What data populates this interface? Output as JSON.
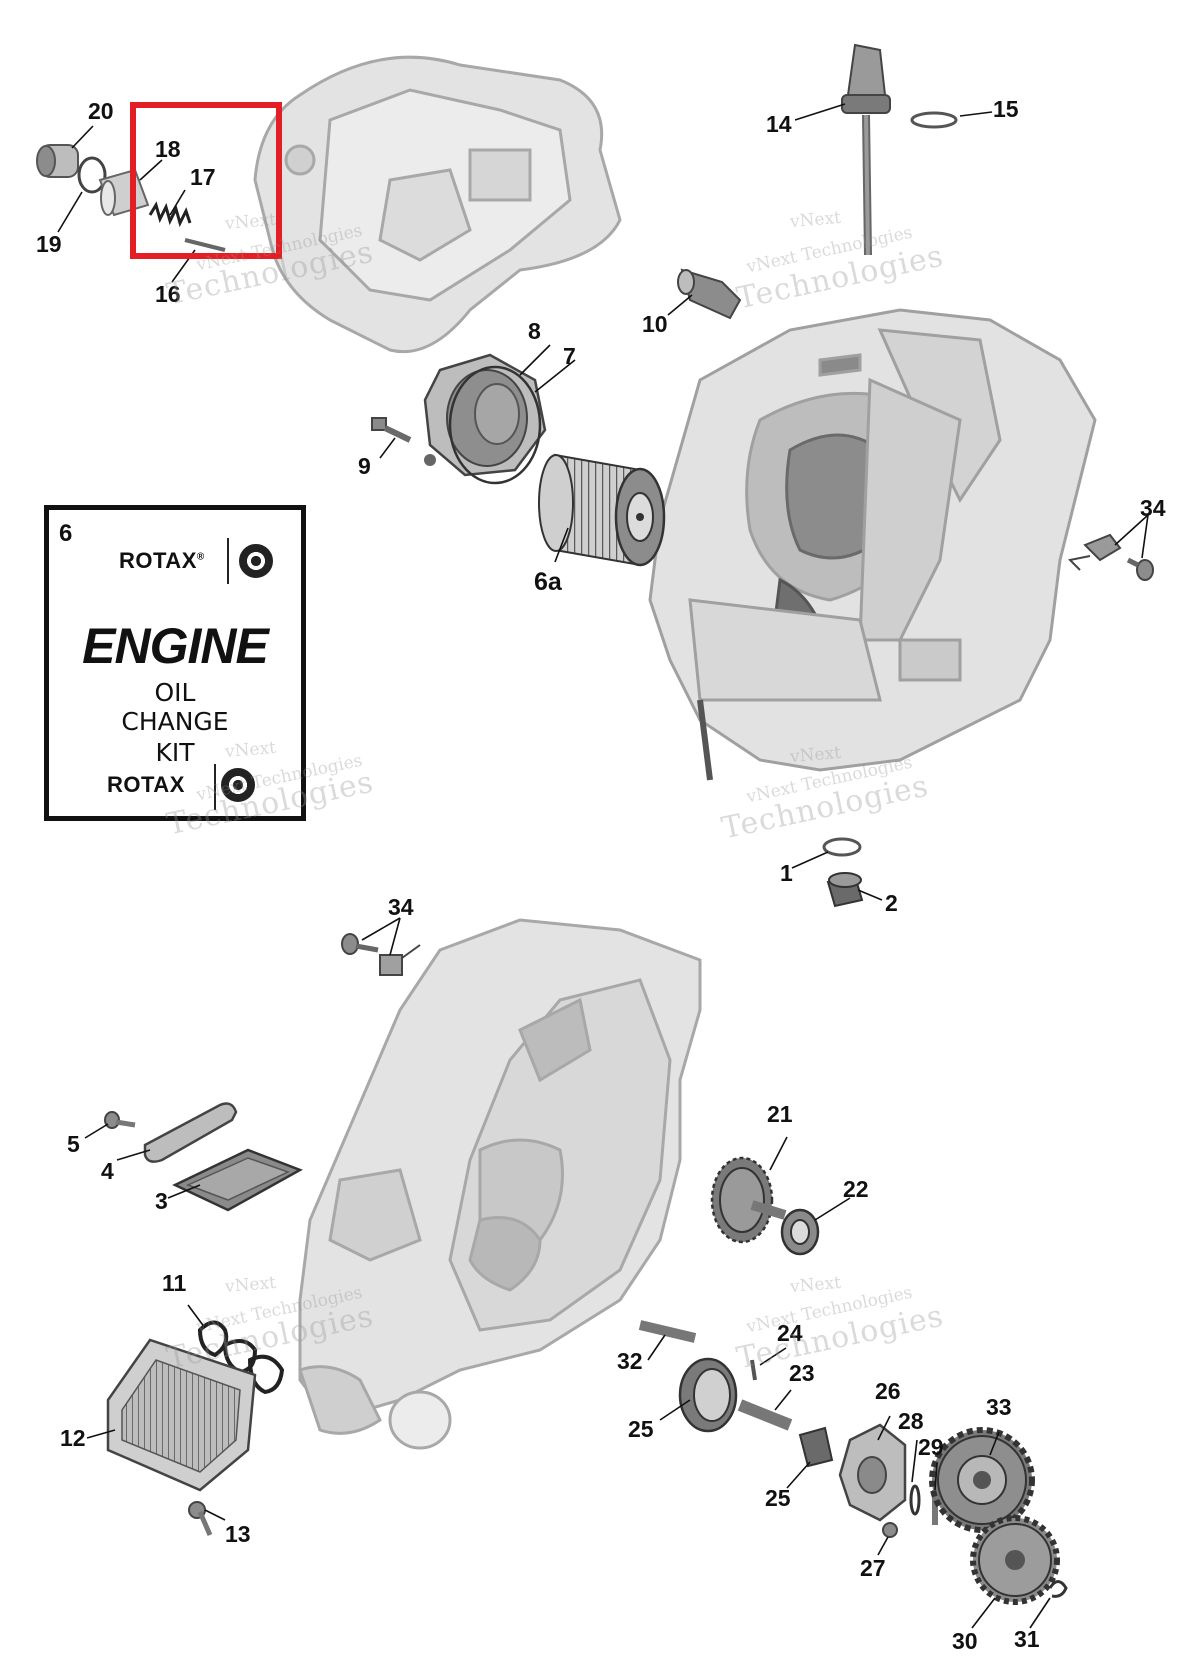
{
  "labels": {
    "p1": "1",
    "p2": "2",
    "p3": "3",
    "p4": "4",
    "p5": "5",
    "p6a": "6a",
    "p7": "7",
    "p8": "8",
    "p9": "9",
    "p10": "10",
    "p11": "11",
    "p12": "12",
    "p13": "13",
    "p14": "14",
    "p15": "15",
    "p16": "16",
    "p17": "17",
    "p18": "18",
    "p19": "19",
    "p20": "20",
    "p21": "21",
    "p22": "22",
    "p23": "23",
    "p24": "24",
    "p25a": "25",
    "p25b": "25",
    "p26": "26",
    "p27": "27",
    "p28": "28",
    "p29": "29",
    "p30": "30",
    "p31": "31",
    "p32": "32",
    "p33": "33",
    "p34a": "34",
    "p34b": "34"
  },
  "kit": {
    "number": "6",
    "brand": "ROTAX",
    "brand_mark": "®",
    "title": "ENGINE",
    "line1": "OIL",
    "line2": "CHANGE",
    "line3": "KIT"
  },
  "watermark": {
    "line1": "vNext",
    "line2": "vNext Technologies",
    "line3": "Technologies"
  },
  "colors": {
    "highlight": "#e41e25",
    "housing": "#d9d9d9",
    "outline": "#9a9a9a",
    "part": "#7a7a7a"
  }
}
